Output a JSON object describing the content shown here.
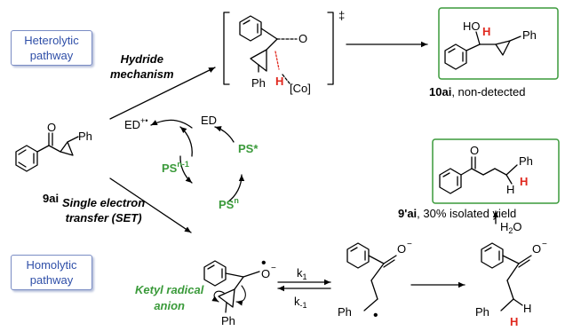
{
  "pathways": {
    "heterolytic_line1": "Heterolytic",
    "heterolytic_line2": "pathway",
    "homolytic_line1": "Homolytic",
    "homolytic_line2": "pathway"
  },
  "mechanisms": {
    "hydride_line1": "Hydride",
    "hydride_line2": "mechanism",
    "set_line1": "Single electron",
    "set_line2": "transfer (SET)",
    "ketyl_line1": "Ketyl radical",
    "ketyl_line2": "anion"
  },
  "compounds": {
    "substrate_label": "9ai",
    "product_10ai_bold": "10ai",
    "product_10ai_note": ", non-detected",
    "product_9pai_bold": "9'ai",
    "product_9pai_note": ", 30% isolated yield"
  },
  "atoms": {
    "ph": "Ph",
    "o": "O",
    "h": "H",
    "ho": "HO",
    "co": "[Co]",
    "o_minus": "O",
    "minus": "−",
    "dagger": "‡",
    "radical_dot": "•"
  },
  "photocycle": {
    "ps_star": "PS*",
    "ps_n": "PS",
    "ps_n_sup": "n",
    "ps_n1": "PS",
    "ps_n1_sup": "n-1",
    "ed": "ED",
    "ed_plus": "ED",
    "ed_plus_sup": "+•"
  },
  "reagents": {
    "water": "H",
    "water_sub": "2",
    "water_tail": "O",
    "k1": "k",
    "k1_sub": "1",
    "km1": "k",
    "km1_sub": "-1"
  },
  "colors": {
    "box_border": "#7a8cc4",
    "pathway_text": "#2f4fa8",
    "highlight_red": "#e0281e",
    "green": "#3a9a3a",
    "product_box": "#3a9a3a"
  }
}
